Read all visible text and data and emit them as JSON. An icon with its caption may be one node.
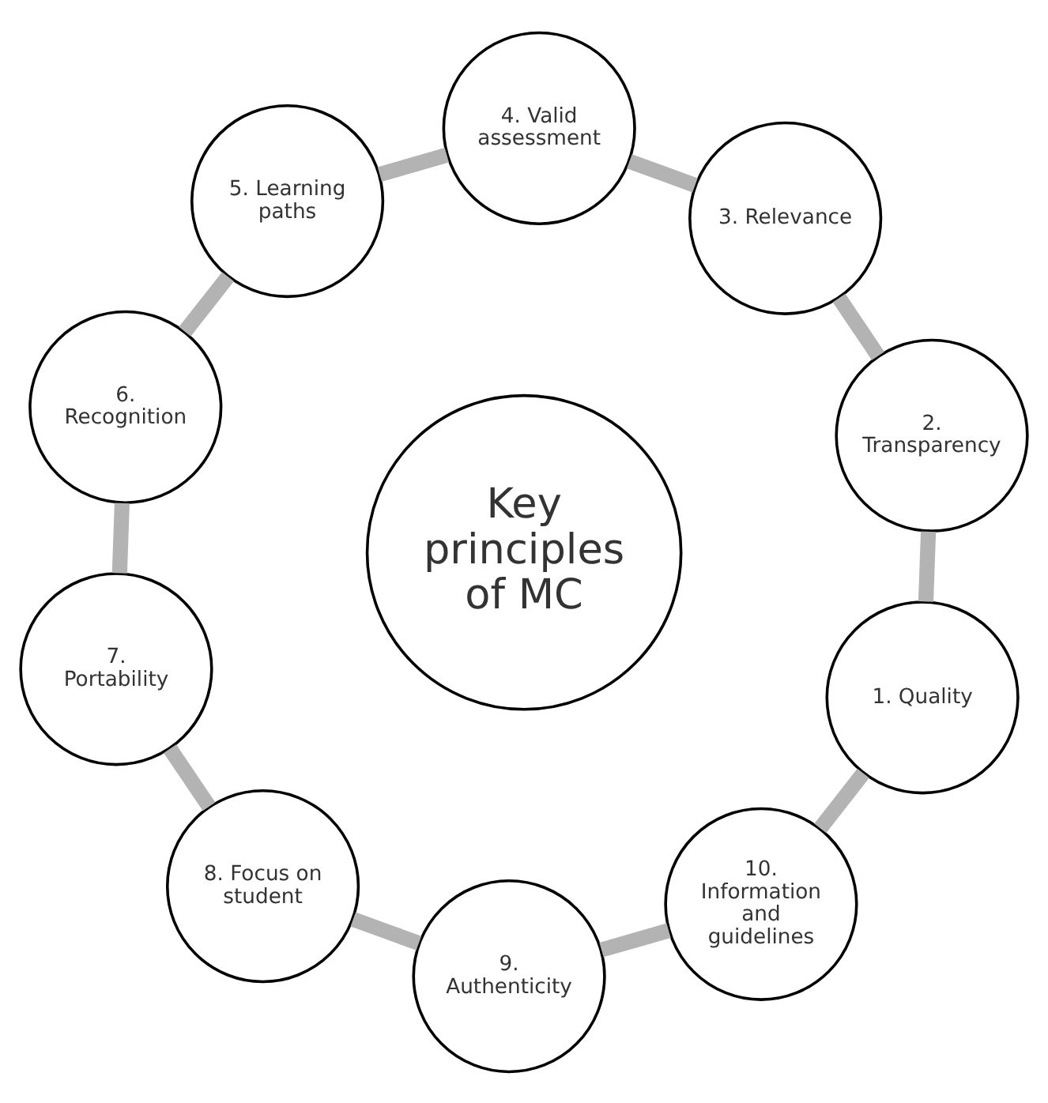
{
  "diagram": {
    "nodes": [
      {
        "text": [
          "1. Quality"
        ]
      },
      {
        "text": [
          "2. Transparency"
        ]
      },
      {
        "text": [
          "3. Relevance"
        ]
      },
      {
        "text": [
          "4. Valid assessment"
        ]
      },
      {
        "text": [
          "5. Learning paths"
        ]
      },
      {
        "text": [
          "6. Recognition"
        ]
      },
      {
        "text": [
          "7. Portability"
        ]
      },
      {
        "text": [
          "8. Focus on student"
        ]
      },
      {
        "text": [
          "9. Authenticity"
        ]
      },
      {
        "text": [
          "10. Information and guidelines"
        ]
      },
      {
        "text": [
          "Key principles of MC"
        ]
      }
    ],
    "edges": [
      {
        "from": 0,
        "to": 1,
        "arrow": "none"
      },
      {
        "from": 1,
        "to": 2,
        "arrow": "none"
      },
      {
        "from": 2,
        "to": 3,
        "arrow": "none"
      },
      {
        "from": 3,
        "to": 4,
        "arrow": "none"
      },
      {
        "from": 4,
        "to": 5,
        "arrow": "none"
      },
      {
        "from": 5,
        "to": 6,
        "arrow": "none"
      },
      {
        "from": 6,
        "to": 7,
        "arrow": "none"
      },
      {
        "from": 7,
        "to": 8,
        "arrow": "none"
      },
      {
        "from": 8,
        "to": 9,
        "arrow": "none"
      },
      {
        "from": 9,
        "to": 0,
        "arrow": "none"
      }
    ]
  }
}
